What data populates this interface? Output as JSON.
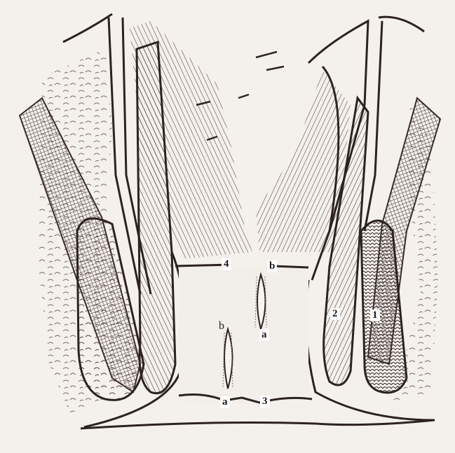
{
  "figure": {
    "background_color": "#f4f1ed",
    "ink_color": "#3a2c2c",
    "labels": {
      "muscle_1": "1",
      "muscle_2": "2",
      "point_3": "3",
      "point_4": "4",
      "incision_a": "a",
      "incision_b": "b",
      "incision_a_prime": "a",
      "incision_b_prime": "b"
    }
  }
}
